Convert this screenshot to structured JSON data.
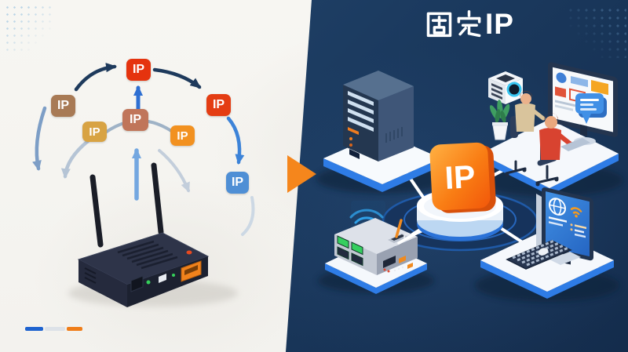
{
  "header": {
    "title": "固定IP",
    "title_cjk": "固定",
    "title_latin": "IP"
  },
  "left_panel": {
    "badges": [
      {
        "id": "badge-top-red",
        "label": "IP",
        "color": "#e5330e"
      },
      {
        "id": "badge-brown",
        "label": "IP",
        "color": "#a87a55"
      },
      {
        "id": "badge-terracotta",
        "label": "IP",
        "color": "#c0755a"
      },
      {
        "id": "badge-gold",
        "label": "IP",
        "color": "#d8a343"
      },
      {
        "id": "badge-right-red",
        "label": "IP",
        "color": "#e43d13"
      },
      {
        "id": "badge-orange",
        "label": "IP",
        "color": "#f29120"
      },
      {
        "id": "badge-blue",
        "label": "IP",
        "color": "#4f8fd5"
      }
    ],
    "progress_dashes": {
      "colors": [
        "#1e63cf",
        "#dde2e8",
        "#ef7d18"
      ]
    }
  },
  "right_panel": {
    "center_badge": {
      "label": "IP",
      "color_top": "#ffb143",
      "color_bottom": "#f2570a"
    },
    "icons": [
      "server-tower-icon",
      "workstation-icon",
      "desktop-computer-icon",
      "network-switch-icon",
      "wifi-icon",
      "globe-icon",
      "chat-bubble-icon"
    ]
  },
  "colors": {
    "left_bg": "#f4f2ee",
    "right_bg": "#1b3a5f",
    "divider_arrow": "#f5861c",
    "platform_blue": "#2e7ce6",
    "connection_line": "#ffffff",
    "navy_arrow": "#1e3a5c",
    "blue_arrow": "#3c83d8"
  }
}
